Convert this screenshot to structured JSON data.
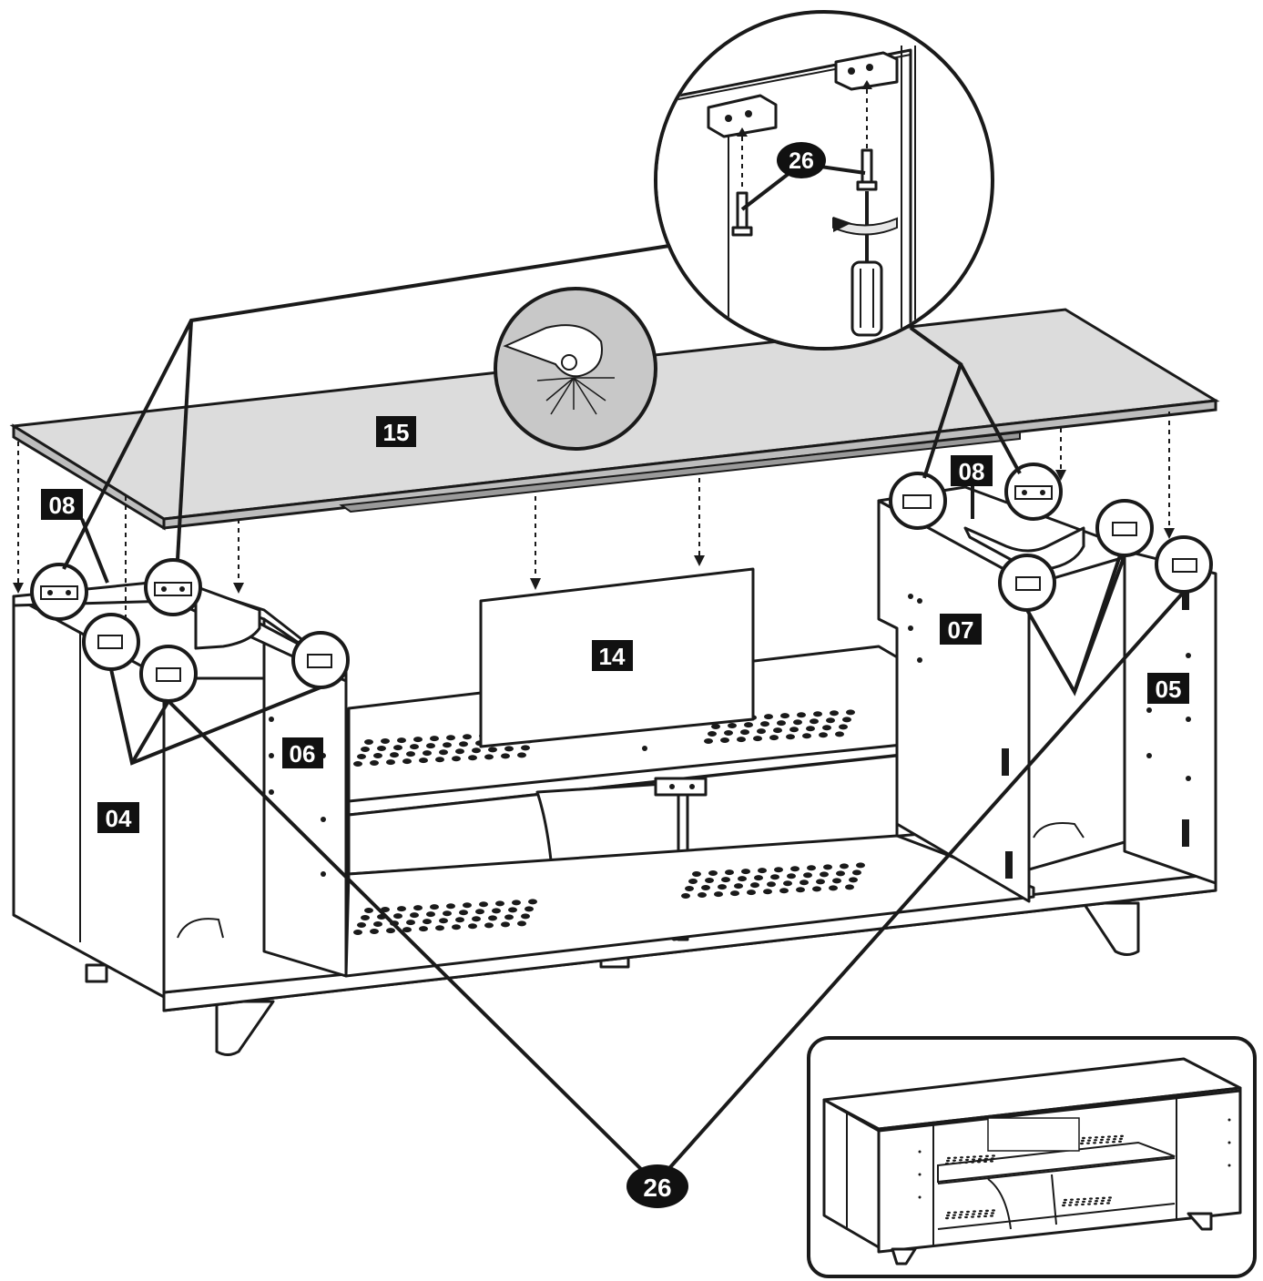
{
  "parts": {
    "p15": "15",
    "p14": "14",
    "p08_left": "08",
    "p08_right": "08",
    "p06": "06",
    "p04": "04",
    "p07": "07",
    "p05": "05"
  },
  "hardware": {
    "screw_top": "26",
    "screw_bottom": "26"
  },
  "colors": {
    "top_panel": "#dcdcdc",
    "label_bg": "#111111",
    "line": "#1a1a1a"
  },
  "icons": {
    "zoom_detail": "screwdriver-detail",
    "press_hint": "press-hand-icon",
    "completed_view": "assembled-cabinet-preview"
  }
}
